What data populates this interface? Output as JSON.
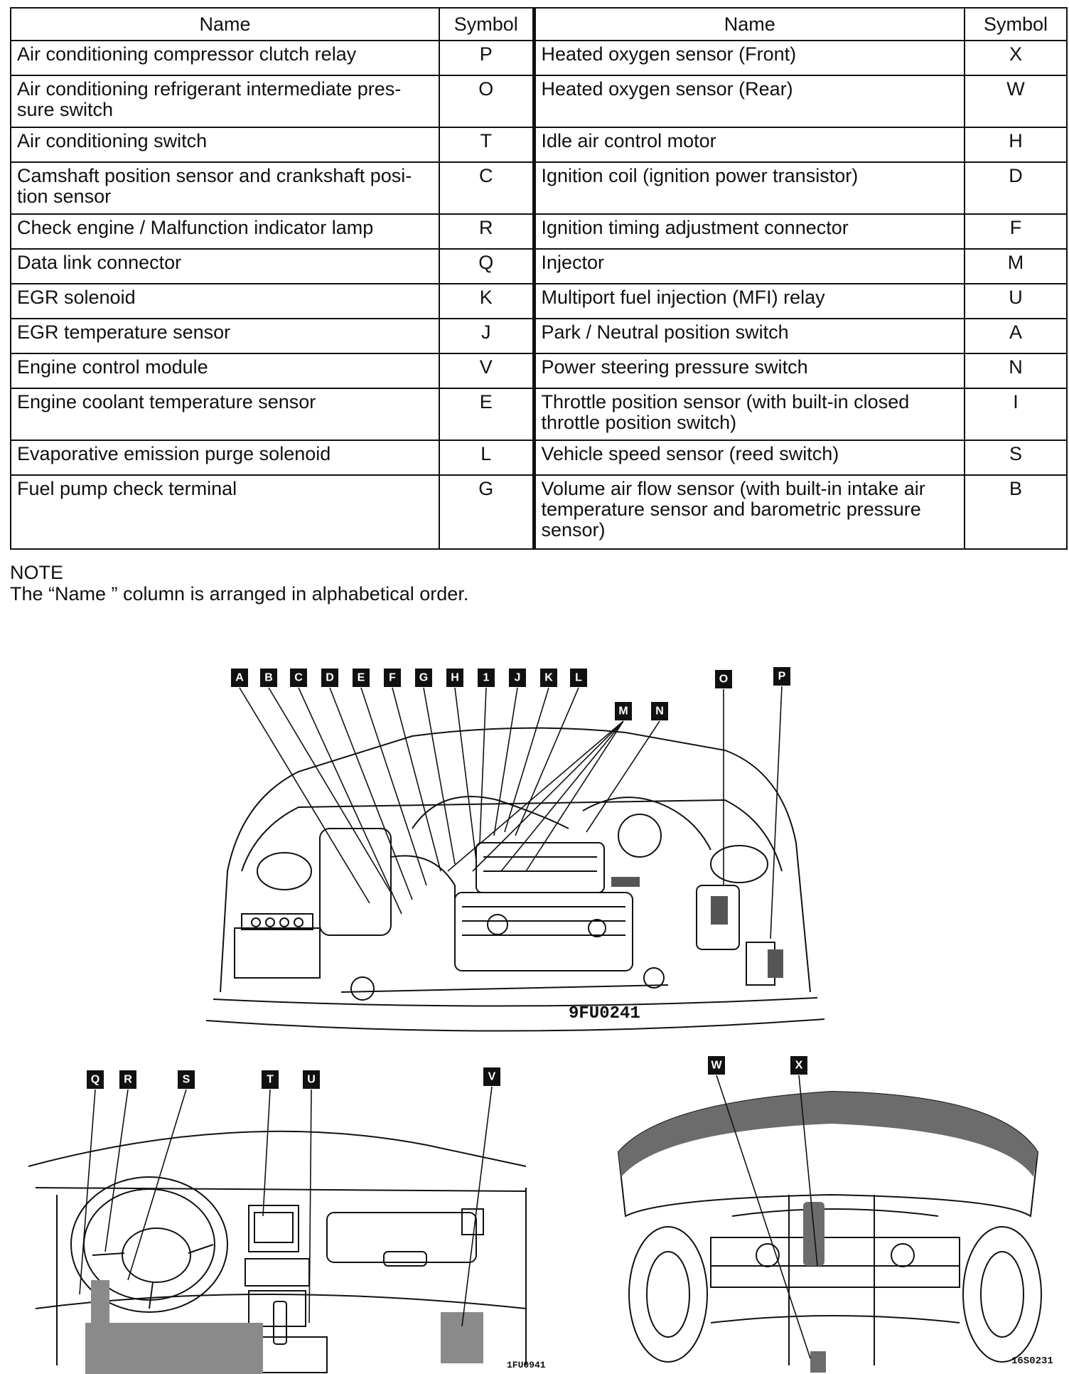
{
  "table": {
    "headers": {
      "name": "Name",
      "symbol": "Symbol"
    },
    "rows": [
      {
        "left_name": "Air conditioning compressor clutch relay",
        "left_symbol": "P",
        "right_name": "Heated oxygen sensor (Front)",
        "right_symbol": "X"
      },
      {
        "left_name": "Air conditioning refrigerant intermediate pres-sure switch",
        "left_symbol": "O",
        "right_name": "Heated oxygen sensor (Rear)",
        "right_symbol": "W"
      },
      {
        "left_name": "Air conditioning switch",
        "left_symbol": "T",
        "right_name": "Idle air control motor",
        "right_symbol": "H"
      },
      {
        "left_name": "Camshaft position sensor and crankshaft posi-tion sensor",
        "left_symbol": "C",
        "right_name": "Ignition coil (ignition power transistor)",
        "right_symbol": "D"
      },
      {
        "left_name": "Check engine / Malfunction indicator lamp",
        "left_symbol": "R",
        "right_name": "Ignition timing adjustment connector",
        "right_symbol": "F"
      },
      {
        "left_name": "Data link connector",
        "left_symbol": "Q",
        "right_name": "Injector",
        "right_symbol": "M"
      },
      {
        "left_name": "EGR solenoid",
        "left_symbol": "K",
        "right_name": "Multiport fuel injection (MFI) relay",
        "right_symbol": "U"
      },
      {
        "left_name": "EGR temperature sensor",
        "left_symbol": "J",
        "right_name": "Park / Neutral position switch",
        "right_symbol": "A"
      },
      {
        "left_name": "Engine control module",
        "left_symbol": "V",
        "right_name": "Power steering pressure switch",
        "right_symbol": "N"
      },
      {
        "left_name": "Engine coolant temperature sensor",
        "left_symbol": "E",
        "right_name": "Throttle position sensor (with built-in closed throttle position switch)",
        "right_symbol": "I"
      },
      {
        "left_name": "Evaporative emission purge solenoid",
        "left_symbol": "L",
        "right_name": "Vehicle speed sensor (reed switch)",
        "right_symbol": "S"
      },
      {
        "left_name": "Fuel pump check terminal",
        "left_symbol": "G",
        "right_name": "Volume air flow sensor (with built-in intake air temperature sensor and barometric pressure sensor)",
        "right_symbol": "B"
      }
    ]
  },
  "note": {
    "heading": "NOTE",
    "text": "The “Name ” column is arranged in alphabetical order."
  },
  "engine_diagram": {
    "code": "9FU0241",
    "labels": [
      "A",
      "B",
      "C",
      "D",
      "E",
      "F",
      "G",
      "H",
      "1",
      "J",
      "K",
      "L",
      "M",
      "N",
      "O",
      "P"
    ]
  },
  "dash_diagram": {
    "code": "1FU0941",
    "labels": [
      "Q",
      "R",
      "S",
      "T",
      "U",
      "V"
    ]
  },
  "underbody_diagram": {
    "code": "16S0231",
    "labels": [
      "W",
      "X"
    ]
  }
}
